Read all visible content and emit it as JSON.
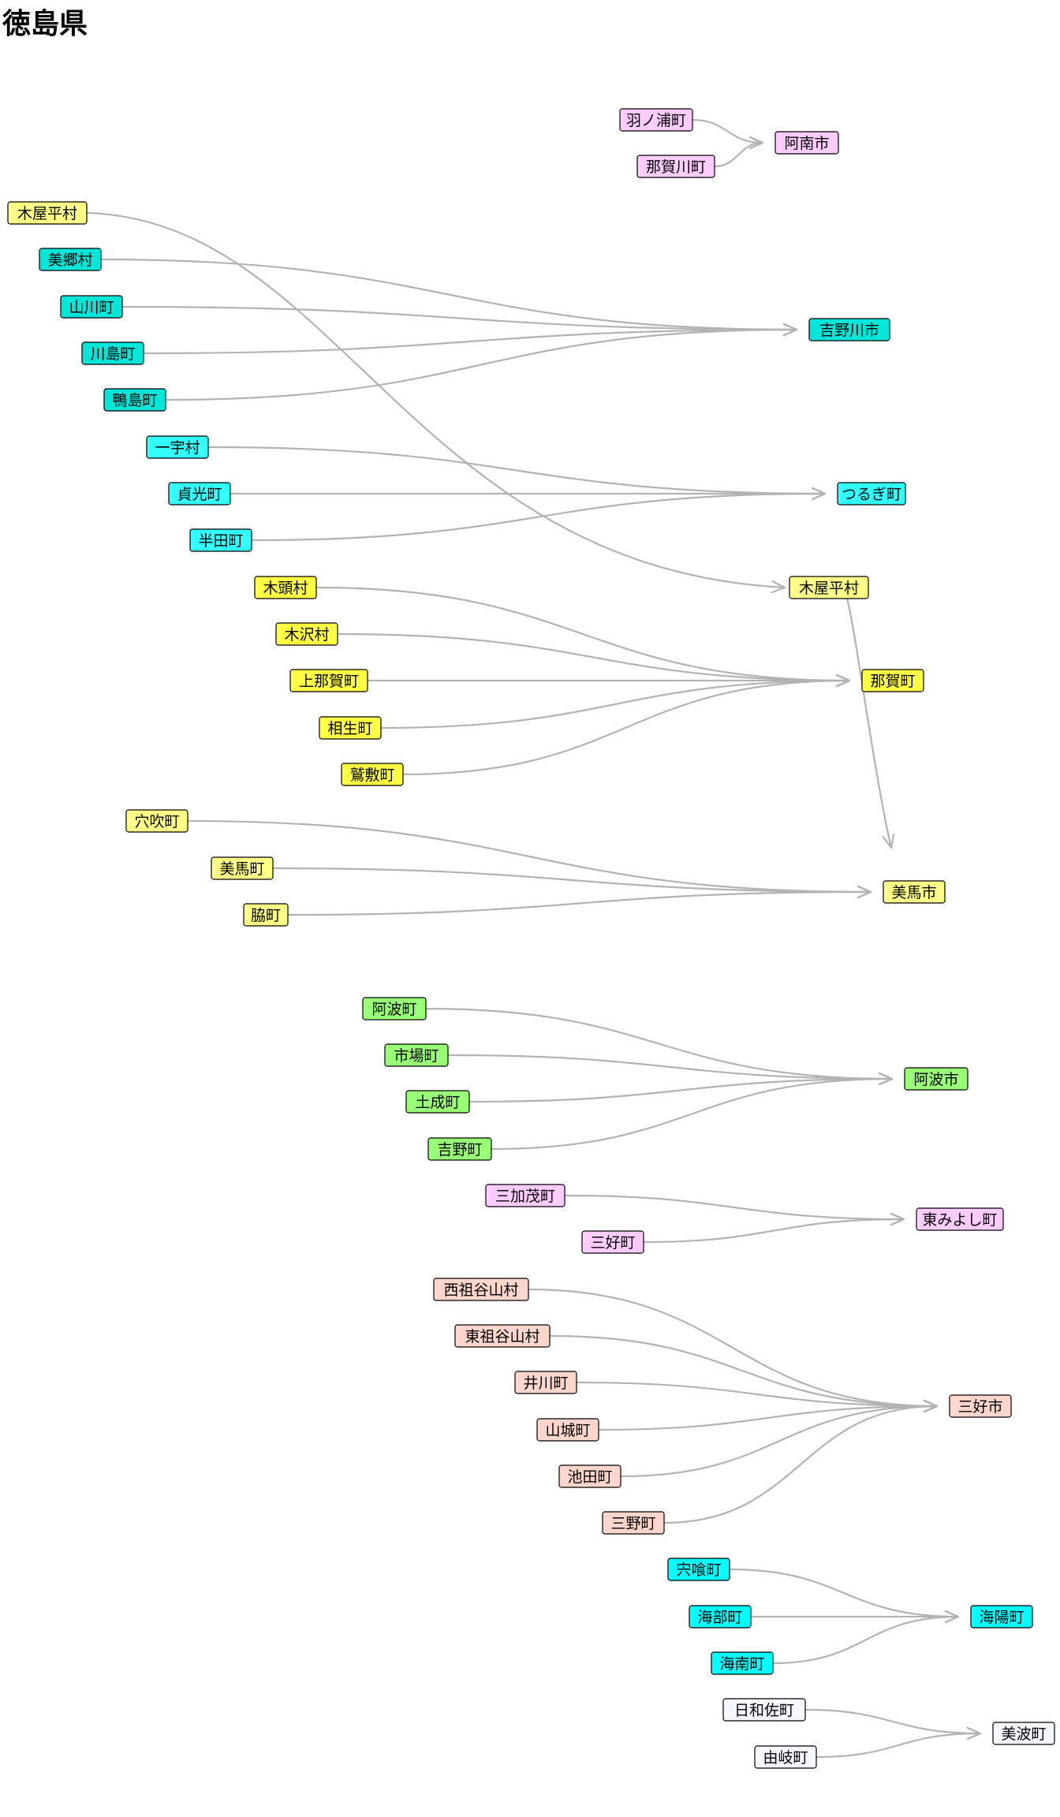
{
  "title": "徳島県",
  "colors": {
    "edge": "#b3b3b3",
    "pink": "#ffccff",
    "teal": "#00e6d8",
    "cyan": "#33ffff",
    "yellow": "#ffff44",
    "lightyellow": "#ffff88",
    "green": "#99ff77",
    "salmon": "#ffd6cc",
    "aqua": "#00ffff",
    "white": "#f6f6ff"
  },
  "nodes": {
    "hanoura": {
      "label": "羽ノ浦町",
      "color": "pink"
    },
    "nakagawa": {
      "label": "那賀川町",
      "color": "pink"
    },
    "anan": {
      "label": "阿南市",
      "color": "pink"
    },
    "kiyadaira_src": {
      "label": "木屋平村",
      "color": "lightyellow"
    },
    "misato": {
      "label": "美郷村",
      "color": "teal"
    },
    "yamakawa": {
      "label": "山川町",
      "color": "teal"
    },
    "kawashima": {
      "label": "川島町",
      "color": "teal"
    },
    "kamojima": {
      "label": "鴨島町",
      "color": "teal"
    },
    "yoshinogawa": {
      "label": "吉野川市",
      "color": "teal"
    },
    "ichiu": {
      "label": "一宇村",
      "color": "cyan"
    },
    "sadamitsu": {
      "label": "貞光町",
      "color": "cyan"
    },
    "handa": {
      "label": "半田町",
      "color": "cyan"
    },
    "tsurugi": {
      "label": "つるぎ町",
      "color": "cyan"
    },
    "kiyadaira_mid": {
      "label": "木屋平村",
      "color": "lightyellow"
    },
    "kito": {
      "label": "木頭村",
      "color": "yellow"
    },
    "kisawa": {
      "label": "木沢村",
      "color": "yellow"
    },
    "kaminaka": {
      "label": "上那賀町",
      "color": "yellow"
    },
    "aioi": {
      "label": "相生町",
      "color": "yellow"
    },
    "washiki": {
      "label": "鷲敷町",
      "color": "yellow"
    },
    "naka": {
      "label": "那賀町",
      "color": "yellow"
    },
    "anabuki": {
      "label": "穴吹町",
      "color": "lightyellow"
    },
    "mima_town": {
      "label": "美馬町",
      "color": "lightyellow"
    },
    "waki": {
      "label": "脇町",
      "color": "lightyellow"
    },
    "mima_city": {
      "label": "美馬市",
      "color": "lightyellow"
    },
    "awa_town": {
      "label": "阿波町",
      "color": "green"
    },
    "ichiba": {
      "label": "市場町",
      "color": "green"
    },
    "donari": {
      "label": "土成町",
      "color": "green"
    },
    "yoshino": {
      "label": "吉野町",
      "color": "green"
    },
    "awa_city": {
      "label": "阿波市",
      "color": "green"
    },
    "mikamo": {
      "label": "三加茂町",
      "color": "pink"
    },
    "miyoshi_town": {
      "label": "三好町",
      "color": "pink"
    },
    "higashimiyoshi": {
      "label": "東みよし町",
      "color": "pink"
    },
    "nishiiya": {
      "label": "西祖谷山村",
      "color": "salmon"
    },
    "higashiiya": {
      "label": "東祖谷山村",
      "color": "salmon"
    },
    "ikawa": {
      "label": "井川町",
      "color": "salmon"
    },
    "yamashiro": {
      "label": "山城町",
      "color": "salmon"
    },
    "ikeda": {
      "label": "池田町",
      "color": "salmon"
    },
    "mino": {
      "label": "三野町",
      "color": "salmon"
    },
    "miyoshi_city": {
      "label": "三好市",
      "color": "salmon"
    },
    "shishikui": {
      "label": "宍喰町",
      "color": "aqua"
    },
    "kaifu": {
      "label": "海部町",
      "color": "aqua"
    },
    "kainan": {
      "label": "海南町",
      "color": "aqua"
    },
    "kaiyo": {
      "label": "海陽町",
      "color": "aqua"
    },
    "hiwasa": {
      "label": "日和佐町",
      "color": "white"
    },
    "yuki": {
      "label": "由岐町",
      "color": "white"
    },
    "minami": {
      "label": "美波町",
      "color": "white"
    }
  },
  "edges": [
    [
      "hanoura",
      "anan"
    ],
    [
      "nakagawa",
      "anan"
    ],
    [
      "misato",
      "yoshinogawa"
    ],
    [
      "yamakawa",
      "yoshinogawa"
    ],
    [
      "kawashima",
      "yoshinogawa"
    ],
    [
      "kamojima",
      "yoshinogawa"
    ],
    [
      "kiyadaira_src",
      "kiyadaira_mid"
    ],
    [
      "kiyadaira_mid",
      "mima_city"
    ],
    [
      "ichiu",
      "tsurugi"
    ],
    [
      "sadamitsu",
      "tsurugi"
    ],
    [
      "handa",
      "tsurugi"
    ],
    [
      "kito",
      "naka"
    ],
    [
      "kisawa",
      "naka"
    ],
    [
      "kaminaka",
      "naka"
    ],
    [
      "aioi",
      "naka"
    ],
    [
      "washiki",
      "naka"
    ],
    [
      "anabuki",
      "mima_city"
    ],
    [
      "mima_town",
      "mima_city"
    ],
    [
      "waki",
      "mima_city"
    ],
    [
      "awa_town",
      "awa_city"
    ],
    [
      "ichiba",
      "awa_city"
    ],
    [
      "donari",
      "awa_city"
    ],
    [
      "yoshino",
      "awa_city"
    ],
    [
      "mikamo",
      "higashimiyoshi"
    ],
    [
      "miyoshi_town",
      "higashimiyoshi"
    ],
    [
      "nishiiya",
      "miyoshi_city"
    ],
    [
      "higashiiya",
      "miyoshi_city"
    ],
    [
      "ikawa",
      "miyoshi_city"
    ],
    [
      "yamashiro",
      "miyoshi_city"
    ],
    [
      "ikeda",
      "miyoshi_city"
    ],
    [
      "mino",
      "miyoshi_city"
    ],
    [
      "shishikui",
      "kaiyo"
    ],
    [
      "kaifu",
      "kaiyo"
    ],
    [
      "kainan",
      "kaiyo"
    ],
    [
      "hiwasa",
      "minami"
    ],
    [
      "yuki",
      "minami"
    ]
  ]
}
